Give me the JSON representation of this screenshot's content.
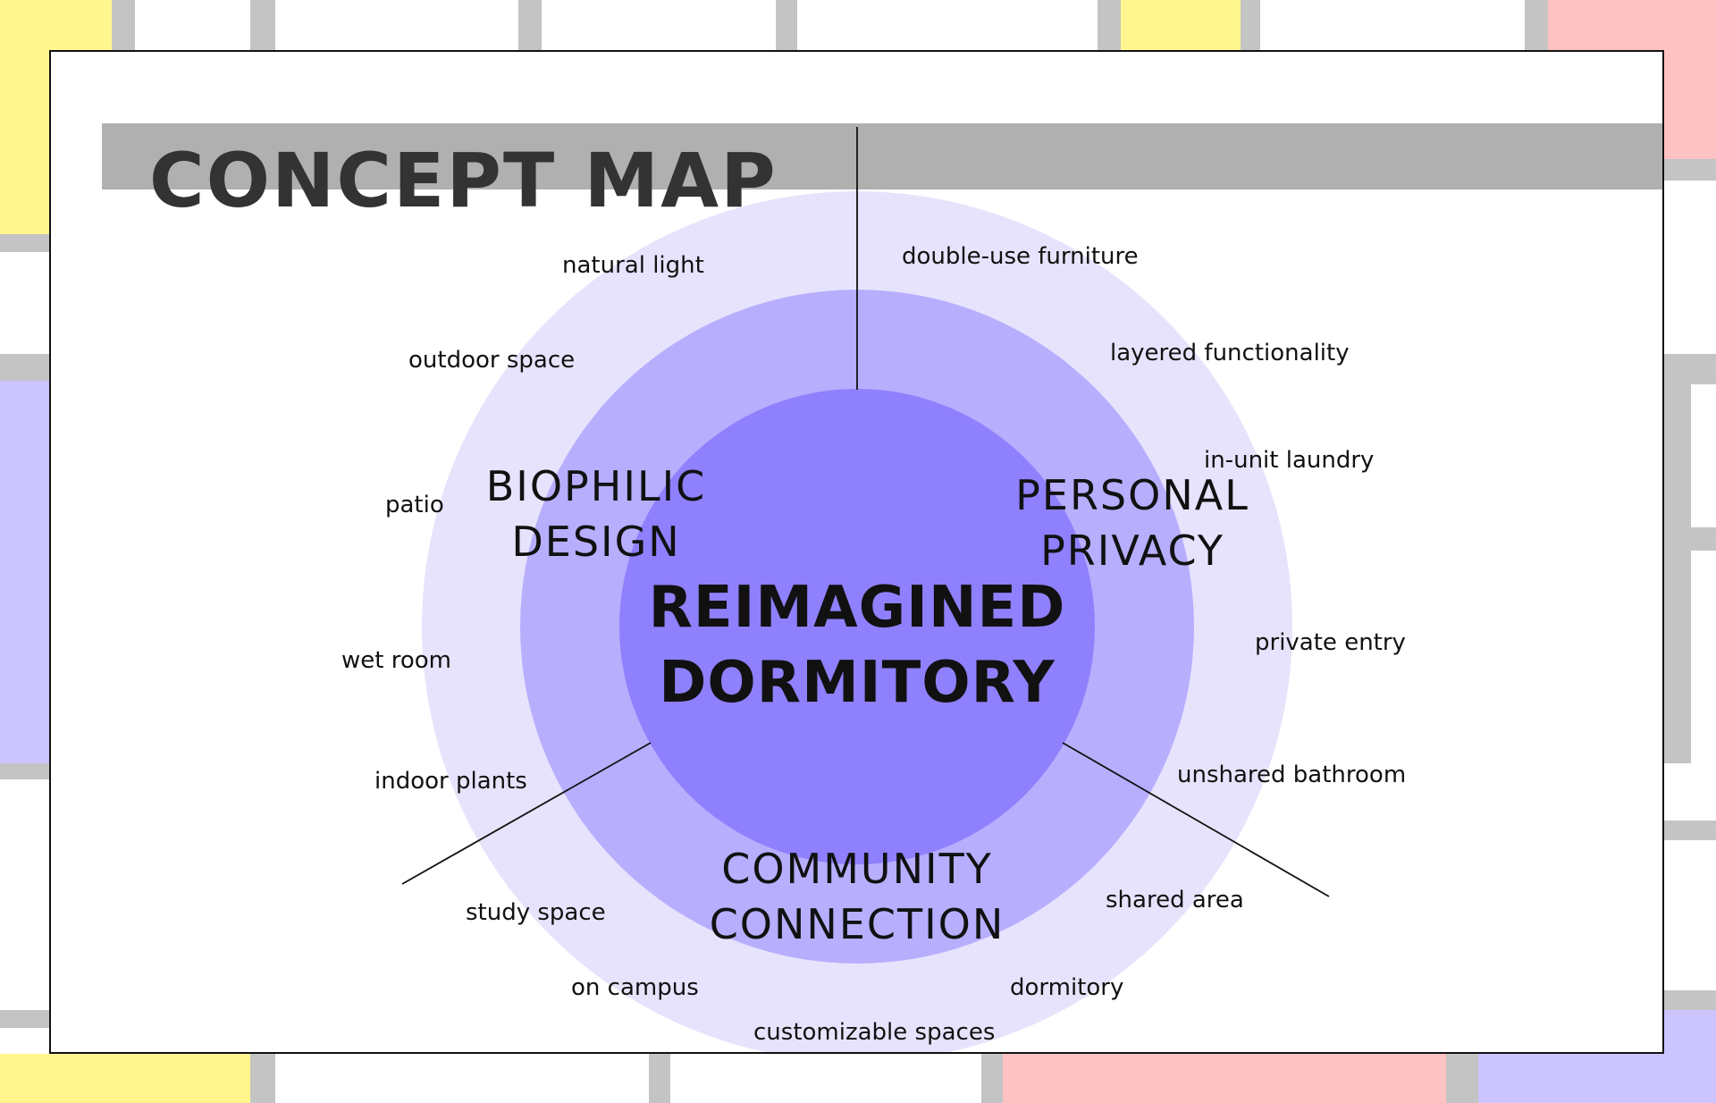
{
  "colors": {
    "pastel_yellow": "#fff78e",
    "pastel_pink": "#ffc2c2",
    "pastel_lavender": "#cbc4ff",
    "gray_bar": "#b0b0b0",
    "ring_outer": "#e7e3fc",
    "ring_middle": "#b7aefe",
    "core": "#8f80fd",
    "text": "#111111"
  },
  "title": "CONCEPT MAP",
  "center": {
    "line1": "REIMAGINED",
    "line2": "DORMITORY"
  },
  "themes": {
    "biophilic": {
      "line1": "BIOPHILIC",
      "line2": "DESIGN"
    },
    "privacy": {
      "line1": "PERSONAL",
      "line2": "PRIVACY"
    },
    "community": {
      "line1": "COMMUNITY",
      "line2": "CONNECTION"
    }
  },
  "keywords": {
    "natural_light": "natural light",
    "outdoor_space": "outdoor space",
    "patio": "patio",
    "wet_room": "wet room",
    "indoor_plants": "indoor plants",
    "double_use_furniture": "double-use furniture",
    "layered_functionality": "layered functionality",
    "in_unit_laundry": "in-unit laundry",
    "private_entry": "private entry",
    "unshared_bathroom": "unshared bathroom",
    "study_space": "study space",
    "on_campus": "on campus",
    "customizable_spaces": "customizable spaces",
    "dormitory": "dormitory",
    "shared_area": "shared area"
  }
}
